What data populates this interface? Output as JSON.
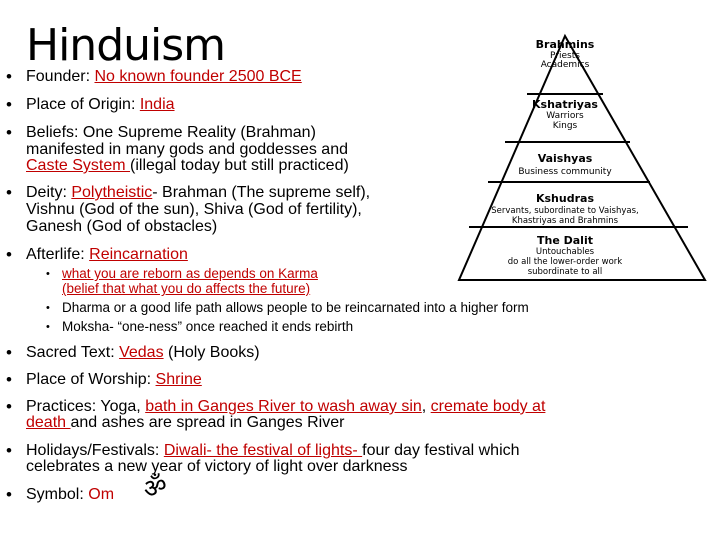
{
  "title": "Hinduism",
  "founder": {
    "label": "Founder: ",
    "value": "No known founder 2500 BCE"
  },
  "origin": {
    "label": "Place of Origin: ",
    "value": "India"
  },
  "beliefs": {
    "line1": "Beliefs: One Supreme Reality (Brahman)",
    "line2": "manifested in many gods and goddesses and",
    "caste": "Caste System  ",
    "rest": " (illegal today but still practiced)"
  },
  "deity": {
    "label": "Deity: ",
    "value": "Polytheistic",
    "line1_rest": "- Brahman (The supreme self),",
    "line2": "Vishnu (God of the sun), Shiva (God of fertility),",
    "line3": "Ganesh (God of obstacles)"
  },
  "afterlife": {
    "label": "Afterlife: ",
    "value": "Reincarnation"
  },
  "afterlife_sub": {
    "karma1": "what you are reborn as depends on Karma",
    "karma2": "(belief that what you do affects the future)",
    "dharma": "Dharma or a good life path allows people to be reincarnated into a higher form",
    "moksha": "Moksha- “one-ness” once reached it ends rebirth"
  },
  "sacred_text": {
    "label": "Sacred Text:  ",
    "value": "Vedas",
    "rest": " (Holy Books)"
  },
  "worship": {
    "label": "Place of Worship: ",
    "value": "Shrine"
  },
  "practices": {
    "label": "Practices:  Yoga, ",
    "bath": "bath in Ganges River to wash away sin",
    "comma": ", ",
    "cremate": "cremate body at",
    "death": "death ",
    "rest": "and ashes are spread in Ganges River"
  },
  "holidays": {
    "label": "Holidays/Festivals: ",
    "value": "Diwali- the festival of lights- ",
    "rest": "four day festival which",
    "line2": "celebrates a new year of victory of light over darkness"
  },
  "symbol": {
    "label": "Symbol: ",
    "value": "Om",
    "glyph": "ॐ"
  },
  "pyramid": {
    "brahmins": [
      "Brahmins",
      "Priests",
      "Academics"
    ],
    "kshatriyas": [
      "Kshatriyas",
      "Warriors",
      "Kings"
    ],
    "vaishyas": [
      "Vaishyas",
      "Business community"
    ],
    "kshudras": [
      "Kshudras",
      "Servants, subordinate to Vaishyas,",
      "Khastriyas and Brahmins"
    ],
    "dalit": [
      "The Dalit",
      "Untouchables",
      "do all the lower-order work",
      "subordinate to all"
    ]
  },
  "colors": {
    "accent": "#c00000"
  }
}
